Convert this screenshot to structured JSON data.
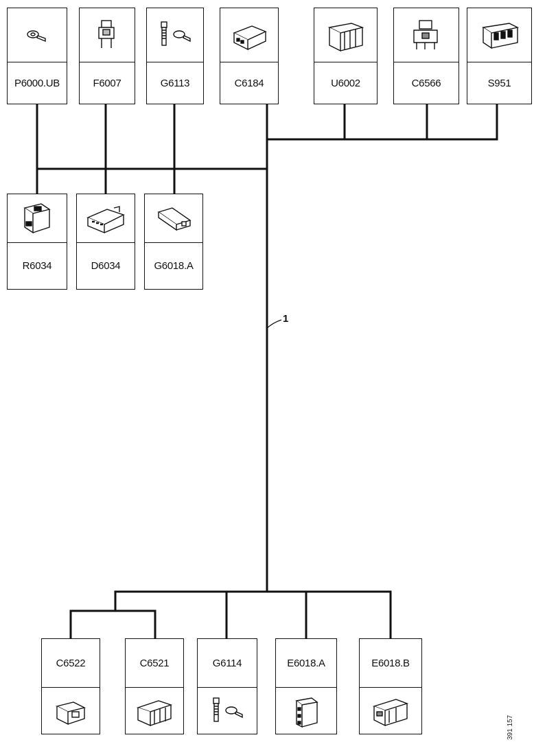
{
  "top_row": [
    {
      "label": "P6000.UB",
      "icon": "ring-terminal-icon"
    },
    {
      "label": "F6007",
      "icon": "fuse-holder-icon"
    },
    {
      "label": "G6113",
      "icon": "ground-bolt-icon"
    },
    {
      "label": "C6184",
      "icon": "multi-pin-connector-icon"
    },
    {
      "label": "U6002",
      "icon": "module-connector-icon"
    },
    {
      "label": "C6566",
      "icon": "inline-connector-icon"
    },
    {
      "label": "S951",
      "icon": "switch-block-icon"
    }
  ],
  "middle_row": [
    {
      "label": "R6034",
      "icon": "resistor-connector-icon"
    },
    {
      "label": "D6034",
      "icon": "diode-connector-icon"
    },
    {
      "label": "G6018.A",
      "icon": "flat-connector-icon"
    }
  ],
  "bottom_row": [
    {
      "label": "C6522",
      "icon": "two-pin-connector-icon"
    },
    {
      "label": "C6521",
      "icon": "four-pin-connector-icon"
    },
    {
      "label": "G6114",
      "icon": "ground-bolt-icon"
    },
    {
      "label": "E6018.A",
      "icon": "socket-connector-icon"
    },
    {
      "label": "E6018.B",
      "icon": "plug-connector-icon"
    }
  ],
  "callout": "1",
  "doc_ref": "391 157"
}
